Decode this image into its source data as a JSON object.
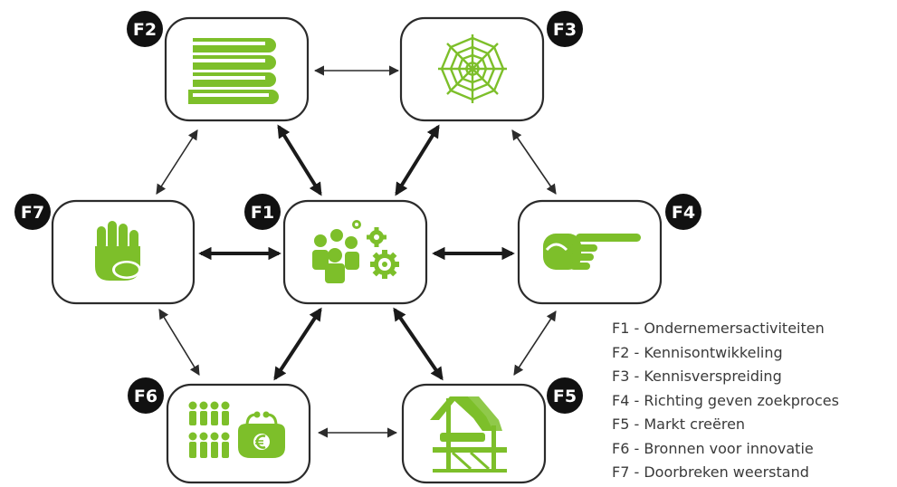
{
  "badges": {
    "f1": "F1",
    "f2": "F2",
    "f3": "F3",
    "f4": "F4",
    "f5": "F5",
    "f6": "F6",
    "f7": "F7"
  },
  "legend": [
    "F1 - Ondernemersactiviteiten",
    "F2 - Kennisontwikkeling",
    "F3 - Kennisverspreiding",
    "F4 - Richting geven zoekproces",
    "F5 - Markt creëren",
    "F6 - Bronnen voor innovatie",
    "F7 - Doorbreken weerstand"
  ],
  "icons": {
    "f1": "people-gears-icon",
    "f2": "books-icon",
    "f3": "spiderweb-icon",
    "f4": "pointing-hand-icon",
    "f5": "market-stall-icon",
    "f6": "people-and-purse-icon",
    "f7": "raised-hand-icon"
  },
  "colors": {
    "icon_green": "#7dbf2a",
    "badge": "#111111",
    "stroke": "#2b2b2b"
  }
}
